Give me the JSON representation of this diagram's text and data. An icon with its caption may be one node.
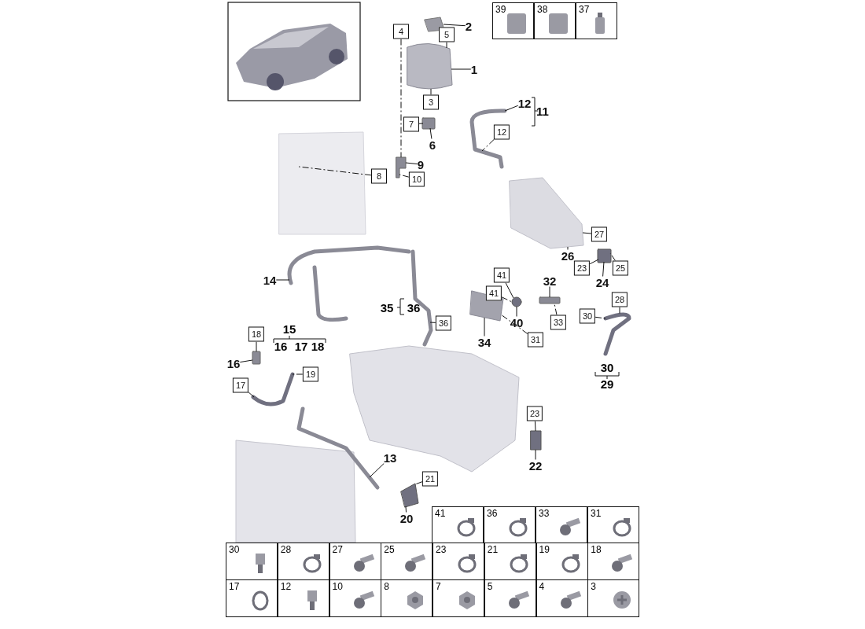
{
  "diagram": {
    "nodes": [
      {
        "text": [
          "4"
        ]
      },
      {
        "text": [
          "2"
        ]
      },
      {
        "text": [
          "5"
        ]
      },
      {
        "text": [
          "1"
        ]
      },
      {
        "text": [
          "3"
        ]
      },
      {
        "text": [
          "7"
        ]
      },
      {
        "text": [
          "6"
        ]
      },
      {
        "text": [
          "12"
        ]
      },
      {
        "text": [
          "12"
        ]
      },
      {
        "text": [
          "9"
        ]
      },
      {
        "text": [
          "8"
        ]
      },
      {
        "text": [
          "10"
        ]
      },
      {
        "text": [
          "27"
        ]
      },
      {
        "text": [
          "26"
        ]
      },
      {
        "text": [
          "23"
        ]
      },
      {
        "text": [
          "24"
        ]
      },
      {
        "text": [
          "25"
        ]
      },
      {
        "text": [
          "14"
        ]
      },
      {
        "text": [
          "41"
        ]
      },
      {
        "text": [
          "32"
        ]
      },
      {
        "text": [
          "41"
        ]
      },
      {
        "text": [
          "40"
        ]
      },
      {
        "text": [
          "28"
        ]
      },
      {
        "text": [
          "36"
        ]
      },
      {
        "text": [
          "33"
        ]
      },
      {
        "text": [
          "30"
        ]
      },
      {
        "text": [
          "34"
        ]
      },
      {
        "text": [
          "31"
        ]
      },
      {
        "text": [
          "18"
        ]
      },
      {
        "text": [
          "16"
        ]
      },
      {
        "text": [
          "17"
        ]
      },
      {
        "text": [
          "19"
        ]
      },
      {
        "text": [
          "23"
        ]
      },
      {
        "text": [
          "13"
        ]
      },
      {
        "text": [
          "22"
        ]
      },
      {
        "text": [
          "21"
        ]
      },
      {
        "text": [
          "20"
        ]
      },
      {
        "text": [],
        "shape": "picture"
      },
      {
        "text": [],
        "shape": "picture"
      },
      {
        "text": [],
        "shape": "picture"
      },
      {
        "text": [],
        "shape": "box"
      },
      {
        "text": [],
        "shape": "picture"
      },
      {
        "text": [],
        "shape": "picture"
      },
      {
        "text": [],
        "shape": "picture"
      },
      {
        "text": [],
        "shape": "box"
      },
      {
        "text": [],
        "shape": "picture"
      },
      {
        "text": [],
        "shape": "circle"
      },
      {
        "text": [],
        "shape": "box"
      },
      {
        "text": [],
        "shape": "picture"
      },
      {
        "text": [],
        "shape": "picture"
      },
      {
        "text": [],
        "shape": "box"
      },
      {
        "text": [],
        "shape": "picture"
      },
      {
        "text": [],
        "shape": "picture"
      },
      {
        "text": [],
        "shape": "picture"
      },
      {
        "text": [],
        "shape": "picture"
      },
      {
        "text": [],
        "shape": "picture"
      }
    ],
    "edges": [
      {
        "from": 0,
        "to": 41,
        "arrow": "none",
        "style": "dashed"
      },
      {
        "from": 1,
        "to": 37,
        "arrow": "none"
      },
      {
        "from": 2,
        "to": 38,
        "arrow": "none"
      },
      {
        "from": 3,
        "to": 38,
        "arrow": "none"
      },
      {
        "from": 4,
        "to": 38,
        "arrow": "none",
        "style": "dashed"
      },
      {
        "from": 5,
        "to": 40,
        "arrow": "none"
      },
      {
        "from": 6,
        "to": 40,
        "arrow": "none"
      },
      {
        "from": 7,
        "to": 39,
        "arrow": "none"
      },
      {
        "from": 8,
        "to": 39,
        "arrow": "none",
        "style": "dashed"
      },
      {
        "from": 9,
        "to": 41,
        "arrow": "none"
      },
      {
        "from": 10,
        "to": 42,
        "arrow": "none",
        "style": "dashed"
      },
      {
        "from": 11,
        "to": 41,
        "arrow": "none",
        "style": "dashed"
      },
      {
        "from": 12,
        "to": 43,
        "arrow": "none"
      },
      {
        "from": 13,
        "to": 43,
        "arrow": "none"
      },
      {
        "from": 14,
        "to": 44,
        "arrow": "none"
      },
      {
        "from": 15,
        "to": 44,
        "arrow": "none"
      },
      {
        "from": 16,
        "to": 44,
        "arrow": "none",
        "style": "dashed"
      },
      {
        "from": 17,
        "to": 45,
        "arrow": "none"
      },
      {
        "from": 18,
        "to": 46,
        "arrow": "none"
      },
      {
        "from": 19,
        "to": 47,
        "arrow": "none"
      },
      {
        "from": 20,
        "to": 46,
        "arrow": "none",
        "style": "dashed"
      },
      {
        "from": 21,
        "to": 46,
        "arrow": "none"
      },
      {
        "from": 22,
        "to": 48,
        "arrow": "none",
        "style": "dashed"
      },
      {
        "from": 23,
        "to": 45,
        "arrow": "none",
        "style": "dashed"
      },
      {
        "from": 24,
        "to": 47,
        "arrow": "none",
        "style": "dashed"
      },
      {
        "from": 25,
        "to": 48,
        "arrow": "none",
        "style": "dashed"
      },
      {
        "from": 26,
        "to": 49,
        "arrow": "none"
      },
      {
        "from": 27,
        "to": 49,
        "arrow": "none",
        "style": "dashed"
      },
      {
        "from": 28,
        "to": 50,
        "arrow": "none"
      },
      {
        "from": 29,
        "to": 50,
        "arrow": "none"
      },
      {
        "from": 30,
        "to": 51,
        "arrow": "none"
      },
      {
        "from": 31,
        "to": 51,
        "arrow": "none",
        "style": "dashed"
      },
      {
        "from": 32,
        "to": 52,
        "arrow": "none"
      },
      {
        "from": 33,
        "to": 53,
        "arrow": "none"
      },
      {
        "from": 34,
        "to": 52,
        "arrow": "none"
      },
      {
        "from": 35,
        "to": 54,
        "arrow": "none",
        "style": "dashed"
      },
      {
        "from": 36,
        "to": 54,
        "arrow": "none"
      }
    ],
    "labels": [
      "39",
      "38",
      "37",
      "11",
      "15",
      "16",
      "17",
      "18",
      "35",
      "36",
      "30",
      "29",
      "41",
      "36",
      "33",
      "31",
      "30",
      "28",
      "27",
      "25",
      "23",
      "21",
      "19",
      "18",
      "17",
      "12",
      "10",
      "8",
      "7",
      "5",
      "4",
      "3"
    ]
  }
}
